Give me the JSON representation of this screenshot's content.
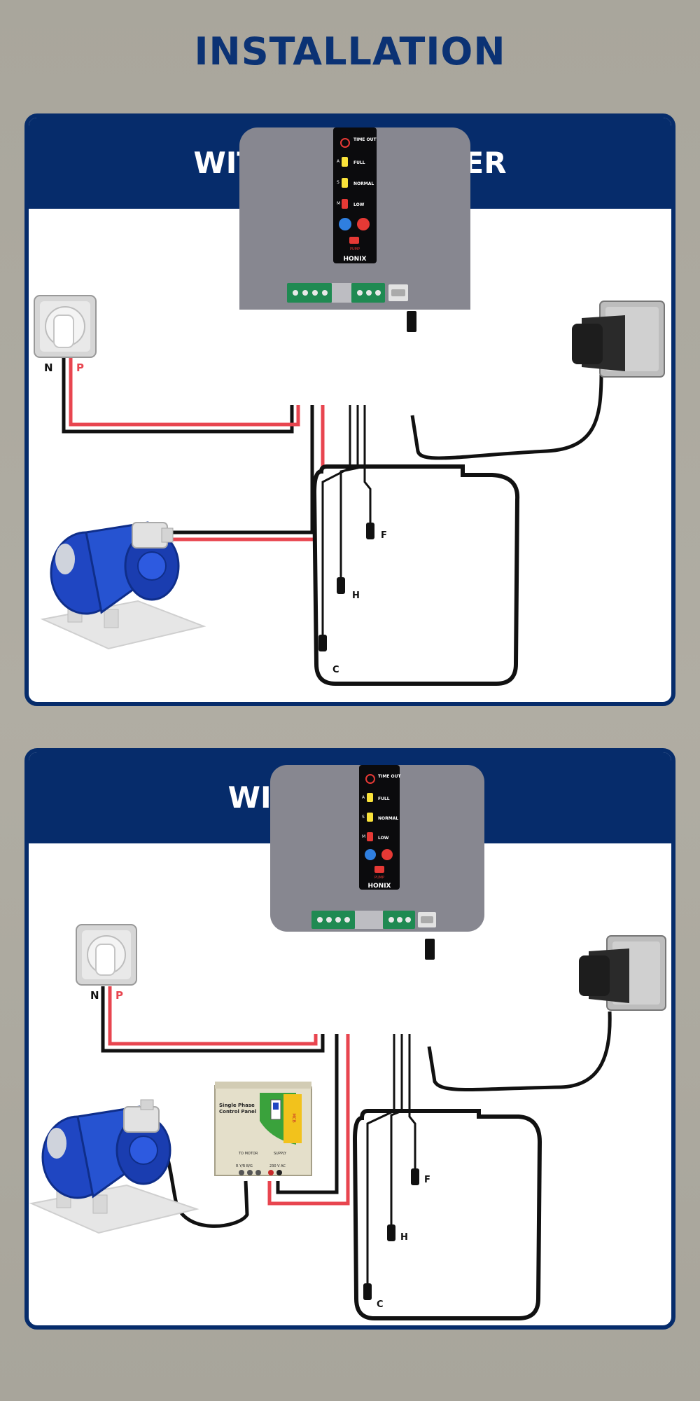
{
  "title": "INSTALLATION",
  "panels": [
    {
      "heading": "WITHOUT STARTER"
    },
    {
      "heading": "WITH STARTER"
    }
  ],
  "controller": {
    "brand": "HONIX",
    "indicators": [
      {
        "letter": "",
        "label": "TIME OUT"
      },
      {
        "letter": "A",
        "label": "FULL"
      },
      {
        "letter": "S",
        "label": "NORMAL"
      },
      {
        "letter": "M",
        "label": "LOW"
      }
    ],
    "pump_label": "PUMP"
  },
  "wiring": {
    "neutral": "N",
    "phase": "P"
  },
  "sensors": {
    "full": "F",
    "high": "H",
    "common": "C"
  },
  "starter": {
    "title_line1": "Single Phase",
    "title_line2": "Control Panel",
    "to_motor": "TO MOTOR",
    "supply": "SUPPLY",
    "motor_terminals": "R  Y/R  B/G",
    "supply_terminals": "230 V  AC",
    "mcb": "MCB"
  },
  "colors": {
    "navy": "#062c6b",
    "phase_wire": "#e8454f",
    "controller_body": "#878790",
    "terminal_green": "#1f8a52",
    "motor_blue": "#1f46c2"
  }
}
